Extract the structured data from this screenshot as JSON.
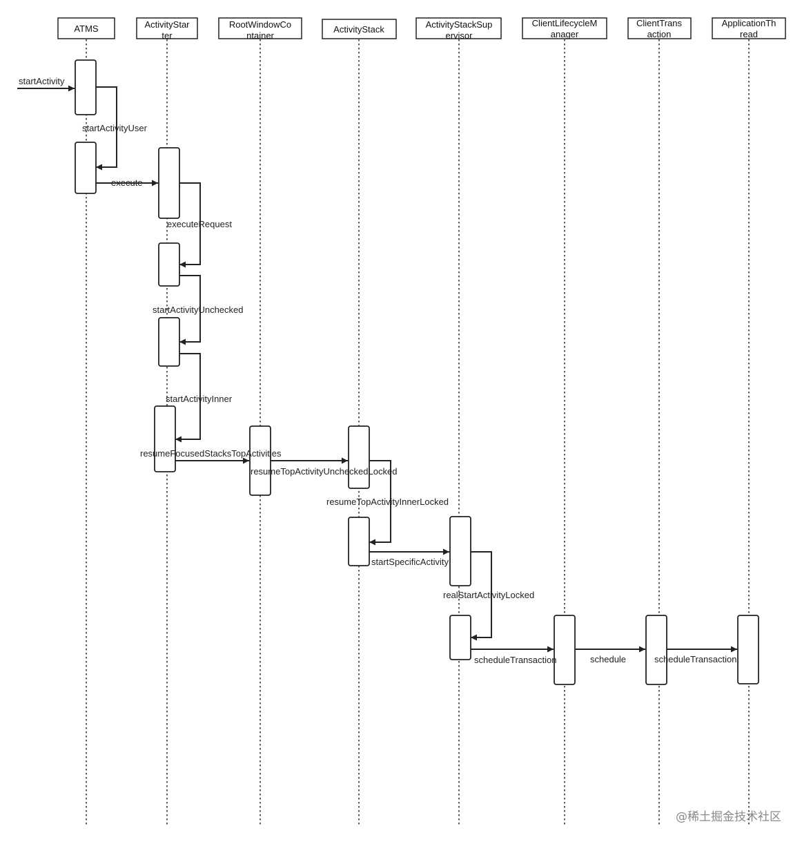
{
  "participants": [
    {
      "id": "atms",
      "lines": [
        "ATMS"
      ]
    },
    {
      "id": "activity-starter",
      "lines": [
        "ActivityStar",
        "ter"
      ]
    },
    {
      "id": "root-window-container",
      "lines": [
        "RootWindowCo",
        "ntainer"
      ]
    },
    {
      "id": "activity-stack",
      "lines": [
        "ActivityStack"
      ]
    },
    {
      "id": "activity-stack-supervisor",
      "lines": [
        "ActivityStackSup",
        "ervisor"
      ]
    },
    {
      "id": "client-lifecycle-manager",
      "lines": [
        "ClientLifecycleM",
        "anager"
      ]
    },
    {
      "id": "client-transaction",
      "lines": [
        "ClientTrans",
        "action"
      ]
    },
    {
      "id": "application-thread",
      "lines": [
        "ApplicationTh",
        "read"
      ]
    }
  ],
  "messages": [
    {
      "label": "startActivity",
      "from": "external",
      "to": "atms",
      "kind": "incoming"
    },
    {
      "label": "startActivityUser",
      "from": "atms",
      "to": "atms",
      "kind": "self"
    },
    {
      "label": "execute",
      "from": "atms",
      "to": "activity-starter",
      "kind": "call"
    },
    {
      "label": "executeRequest",
      "from": "activity-starter",
      "to": "activity-starter",
      "kind": "self"
    },
    {
      "label": "startActivityUnchecked",
      "from": "activity-starter",
      "to": "activity-starter",
      "kind": "self"
    },
    {
      "label": "startActivityInner",
      "from": "activity-starter",
      "to": "activity-starter",
      "kind": "self"
    },
    {
      "label": "resumeFocusedStacksTopActivities",
      "from": "activity-starter",
      "to": "root-window-container",
      "kind": "call"
    },
    {
      "label": "resumeTopActivityUncheckedLocked",
      "from": "root-window-container",
      "to": "activity-stack",
      "kind": "call"
    },
    {
      "label": "resumeTopActivityInnerLocked",
      "from": "activity-stack",
      "to": "activity-stack",
      "kind": "self"
    },
    {
      "label": "startSpecificActivity",
      "from": "activity-stack",
      "to": "activity-stack-supervisor",
      "kind": "call"
    },
    {
      "label": "realStartActivityLocked",
      "from": "activity-stack-supervisor",
      "to": "activity-stack-supervisor",
      "kind": "self"
    },
    {
      "label": "scheduleTransaction",
      "from": "activity-stack-supervisor",
      "to": "client-lifecycle-manager",
      "kind": "call"
    },
    {
      "label": "schedule",
      "from": "client-lifecycle-manager",
      "to": "client-transaction",
      "kind": "call"
    },
    {
      "label": "scheduleTransaction",
      "from": "client-transaction",
      "to": "application-thread",
      "kind": "call"
    }
  ],
  "watermark": "@稀土掘金技术社区"
}
